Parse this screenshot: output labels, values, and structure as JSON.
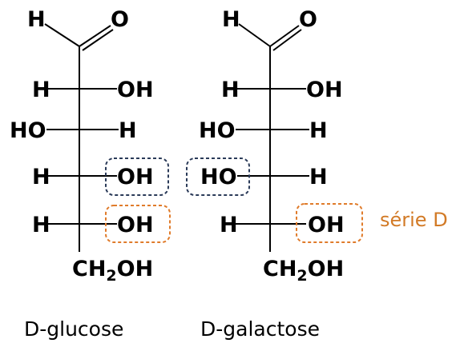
{
  "glucose": {
    "name": "D-glucose",
    "aldehyde_h": "H",
    "aldehyde_o": "O",
    "rows": [
      {
        "left": "H",
        "right": "OH"
      },
      {
        "left": "HO",
        "right": "H"
      },
      {
        "left": "H",
        "right": "OH"
      },
      {
        "left": "H",
        "right": "OH"
      }
    ],
    "terminal": {
      "main": "CH",
      "sub": "2",
      "tail": "OH"
    }
  },
  "galactose": {
    "name": "D-galactose",
    "aldehyde_h": "H",
    "aldehyde_o": "O",
    "rows": [
      {
        "left": "H",
        "right": "OH"
      },
      {
        "left": "HO",
        "right": "H"
      },
      {
        "left": "HO",
        "right": "H"
      },
      {
        "left": "H",
        "right": "OH"
      }
    ],
    "terminal": {
      "main": "CH",
      "sub": "2",
      "tail": "OH"
    }
  },
  "series_label": "série D",
  "colors": {
    "blue_box": "#2a3a58",
    "orange_box": "#e07b2a",
    "series_text": "#d27a26"
  }
}
